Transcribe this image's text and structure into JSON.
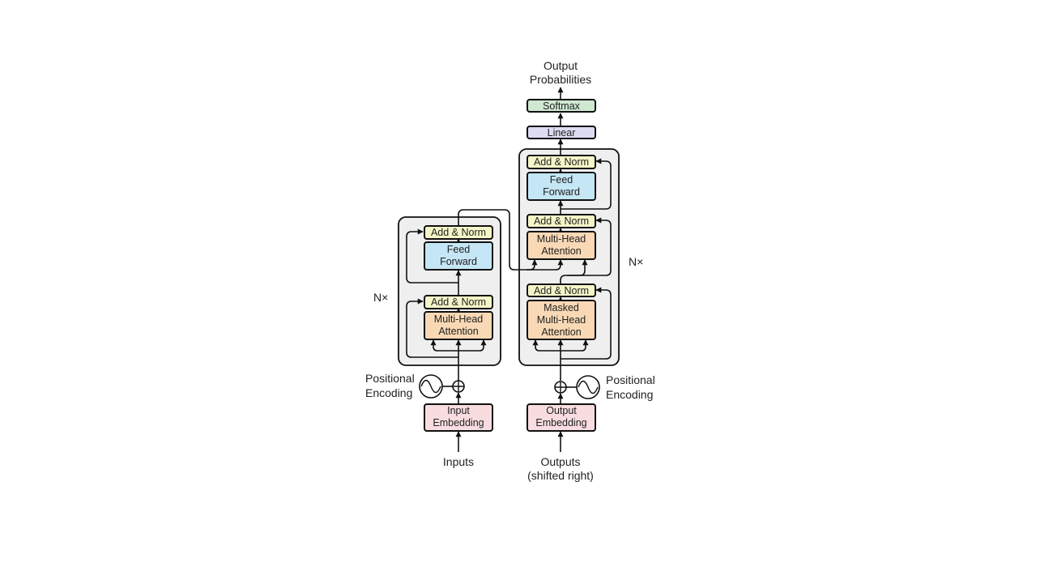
{
  "colors": {
    "add_norm": "#f4f6c8",
    "feed_forward": "#c4e6f5",
    "attention": "#f9d9b5",
    "embedding": "#f8dcdf",
    "linear": "#dcdcf2",
    "softmax": "#cfe8d0",
    "stack_bg": "#efefef"
  },
  "encoder": {
    "repeat_label": "N×",
    "add_norm_top": "Add & Norm",
    "feed_forward": [
      "Feed",
      "Forward"
    ],
    "add_norm_bottom": "Add & Norm",
    "attention": [
      "Multi-Head",
      "Attention"
    ],
    "positional_encoding": [
      "Positional",
      "Encoding"
    ],
    "embedding": [
      "Input",
      "Embedding"
    ],
    "input_label": "Inputs"
  },
  "decoder": {
    "repeat_label": "N×",
    "add_norm_top": "Add & Norm",
    "feed_forward": [
      "Feed",
      "Forward"
    ],
    "add_norm_mid": "Add & Norm",
    "attention": [
      "Multi-Head",
      "Attention"
    ],
    "add_norm_bottom": "Add & Norm",
    "masked_attention": [
      "Masked",
      "Multi-Head",
      "Attention"
    ],
    "positional_encoding": [
      "Positional",
      "Encoding"
    ],
    "embedding": [
      "Output",
      "Embedding"
    ],
    "input_label": [
      "Outputs",
      "(shifted right)"
    ]
  },
  "head": {
    "linear": "Linear",
    "softmax": "Softmax",
    "output_label": [
      "Output",
      "Probabilities"
    ]
  }
}
